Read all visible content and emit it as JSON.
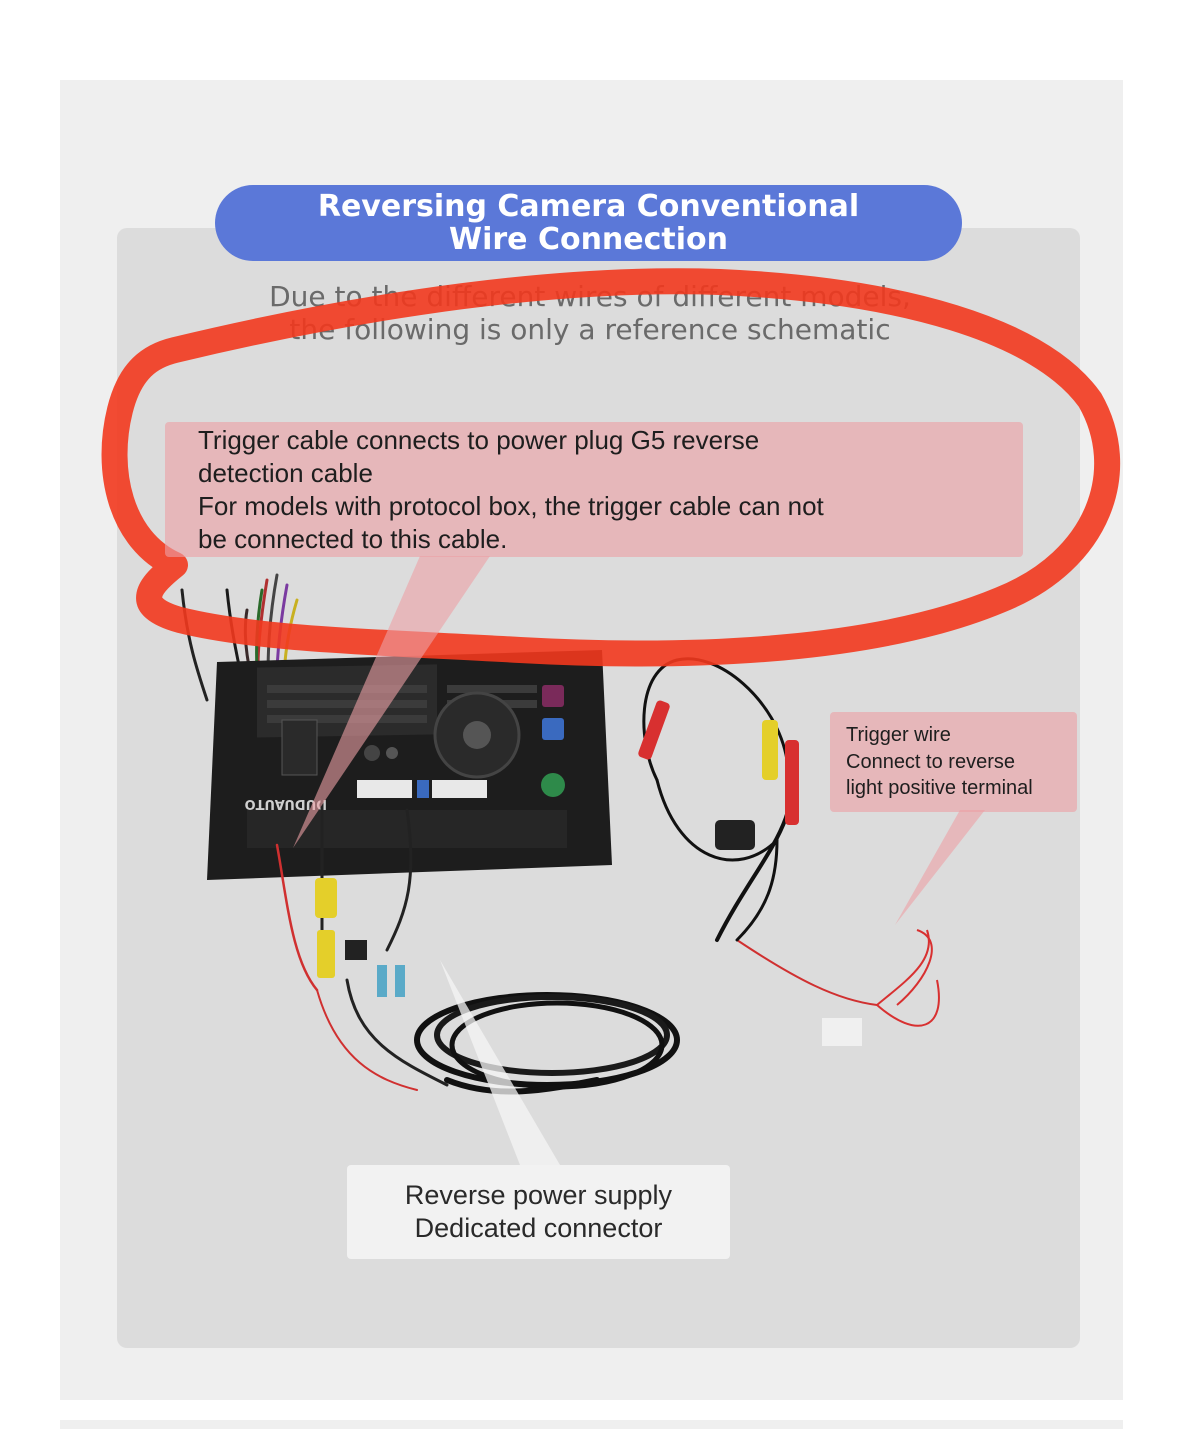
{
  "header": {
    "title_line1": "Reversing Camera Conventional",
    "title_line2": "Wire Connection",
    "subtitle_line1": "Due to the different wires of different models,",
    "subtitle_line2": "the following is only a reference schematic"
  },
  "callout_top": {
    "line1": "Trigger cable connects to power plug G5 reverse",
    "line2": "detection cable",
    "line3": "For models with protocol box, the trigger cable can not",
    "line4": "be connected to this cable."
  },
  "callout_right": {
    "line1": "Trigger wire",
    "line2": "Connect to reverse",
    "line3": "light positive terminal"
  },
  "callout_bottom": {
    "line1": "Reverse power supply",
    "line2": "Dedicated connector"
  },
  "photo": {
    "brand_text": "DUDUAUTO"
  },
  "colors": {
    "title_pill": "#5b78d8",
    "callout_pink": "#eca0a5",
    "red_marker": "#f2381e",
    "device_black": "#1d1d1d"
  }
}
